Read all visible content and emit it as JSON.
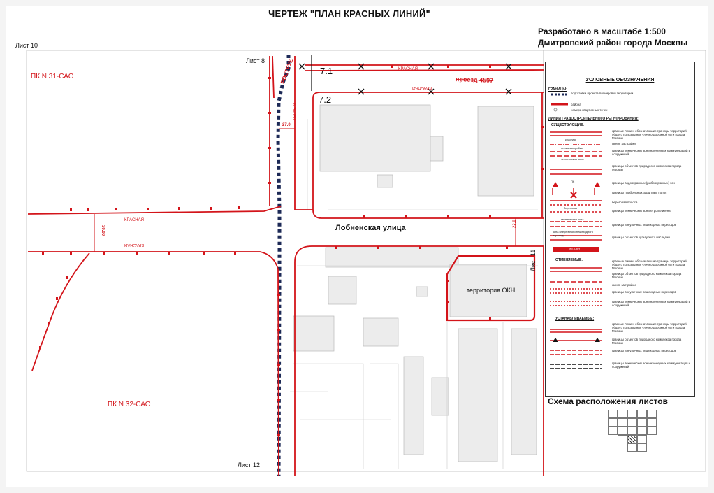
{
  "title": "ЧЕРТЕЖ \"ПЛАН КРАСНЫХ ЛИНИЙ\"",
  "scale_note": "Разработано в масштабе 1:500",
  "district_note": "Дмитровский район города Москвы",
  "sheets": {
    "sheet10": "Лист 10",
    "sheet8": "Лист 8",
    "sheet11": "Лист 11",
    "sheet12": "Лист 12"
  },
  "map": {
    "pk31": "ПК N 31-САО",
    "pk32": "ПК N 32-САО",
    "street": "Лобненская улица",
    "okn": "территория ОКН",
    "lot71": "7.1",
    "lot72": "7.2",
    "red_label_1": "КРАСНАЯ",
    "red_label_2": "КРАСНАЯ",
    "red_label_3": "КРАСНАЯ",
    "red_label_4": "КРАСНАЯ",
    "passage": "проезд 4597",
    "rostrue": "РОСТРУЕ",
    "dim_27": "27.0",
    "dim_30": "30.00",
    "dim_22": "22.0",
    "small_vert": "КРАСНАЯ"
  },
  "legend": {
    "title": "УСЛОВНЫЕ ОБОЗНАЧЕНИЯ",
    "boundaries_head": "ГРАНИЦЫ:",
    "b1": "подготовки проекта планировки территории",
    "b2": "района",
    "b3": "номера квартирных точек",
    "lines_head": "ЛИНИИ ГРАДОСТРОИТЕЛЬНОГО РЕГУЛИРОВАНИЯ:",
    "existing_head": "СУЩЕСТВУЮЩИЕ:",
    "e1": "красные линии, обозначающие границы территорий общего пользования улично-дорожной сети города Москвы",
    "e2": "линия застройки",
    "e3": "границы технических зон инженерных коммуникаций и сооружений",
    "e4": "границы объектов природного комплекса города Москвы",
    "e5": "границы водоохранных (рыбоохранных) зон",
    "e6": "границы прибрежных защитных полос",
    "e7": "береговая полоса",
    "e8": "границы технических зон метрополитена",
    "e9": "границы внеуличных пешеходных переходов",
    "e10": "границы объектов культурного наследия",
    "cancel_head": "ОТМЕНЯЕМЫЕ:",
    "c1": "красные линии, обозначающие границы территорий общего пользования улично-дорожной сети города Москвы",
    "c2": "границы объектов природного комплекса города Москвы",
    "c3": "линия застройки",
    "c4": "границы внеуличных пешеходных переходов",
    "c5": "границы технических зон инженерных коммуникаций и сооружений",
    "set_head": "УСТАНАВЛИВАЕМЫЕ:",
    "s1": "красные линии, обозначающие границы территорий общего пользования улично-дорожной сети города Москвы",
    "s2": "границы объектов природного комплекса города Москвы",
    "s3": "границы внеуличных пешеходных переходов",
    "s4": "границы технических зон инженерных коммуникаций и сооружений",
    "mini_red": "красная",
    "mini_line": "линия застройки",
    "mini_tech": "техническая зона",
    "mini_pk": "ПК",
    "mini_coast": "береговая",
    "mini_metro": "техническая зона",
    "mini_ped": "зона внеуличного пешеходного перехода",
    "mini_okn": "Тер. ОКН"
  },
  "scheme_title": "Схема расположения листов",
  "colors": {
    "red": "#d3141a",
    "navy": "#1d2a57",
    "gray_building": "#e7e7e7",
    "gray_line": "#9a9a9a"
  }
}
